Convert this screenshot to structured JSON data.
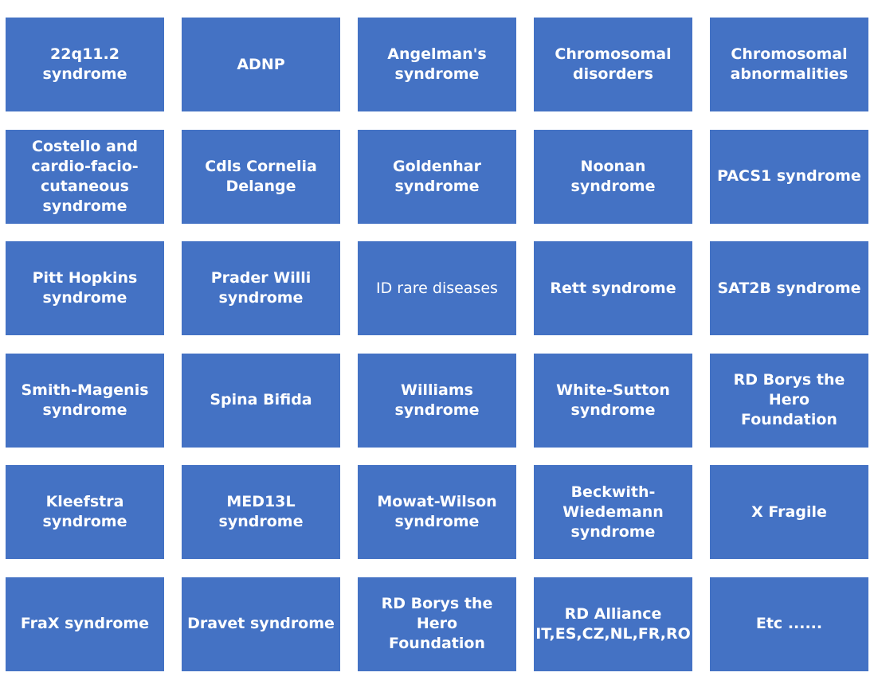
{
  "tiles": [
    {
      "label": "22q11.2 syndrome"
    },
    {
      "label": "ADNP"
    },
    {
      "label": "Angelman's\nsyndrome"
    },
    {
      "label": "Chromosomal\ndisorders"
    },
    {
      "label": "Chromosomal\nabnormalities"
    },
    {
      "label": "Costello and\ncardio-facio-\ncutaneous\nsyndrome"
    },
    {
      "label": "Cdls Cornelia\nDelange"
    },
    {
      "label": "Goldenhar\nsyndrome"
    },
    {
      "label": "Noonan syndrome"
    },
    {
      "label": "PACS1 syndrome"
    },
    {
      "label": "Pitt Hopkins\nsyndrome"
    },
    {
      "label": "Prader Willi\nsyndrome"
    },
    {
      "label": "ID rare diseases"
    },
    {
      "label": "Rett syndrome"
    },
    {
      "label": "SAT2B syndrome"
    },
    {
      "label": "Smith-Magenis\nsyndrome"
    },
    {
      "label": "Spina Bifida"
    },
    {
      "label": "Williams syndrome"
    },
    {
      "label": "White-Sutton\nsyndrome"
    },
    {
      "label": "RD Borys the Hero\nFoundation"
    },
    {
      "label": "Kleefstra syndrome"
    },
    {
      "label": "MED13L syndrome"
    },
    {
      "label": "Mowat-Wilson\nsyndrome"
    },
    {
      "label": "Beckwith-\nWiedemann\nsyndrome"
    },
    {
      "label": "X Fragile"
    },
    {
      "label": "FraX syndrome"
    },
    {
      "label": "Dravet syndrome"
    },
    {
      "label": "RD Borys the Hero\nFoundation"
    },
    {
      "label": "RD Alliance\nIT,ES,CZ,NL,FR,RO"
    },
    {
      "label": "Etc ......"
    }
  ],
  "colors": {
    "tile_fill": "#4472c4",
    "tile_text": "#ffffff",
    "background": "#ffffff"
  }
}
